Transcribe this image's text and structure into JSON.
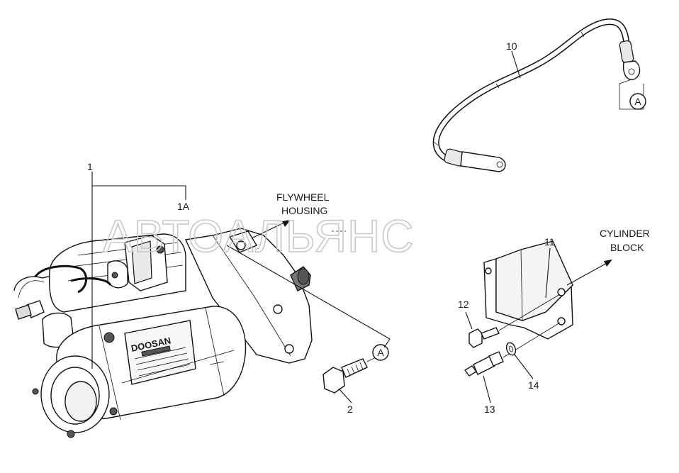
{
  "watermark": "АВТОАЛЬЯНС",
  "callouts": {
    "c1": "1",
    "c1a": "1A",
    "c2": "2",
    "c10": "10",
    "c11": "11",
    "c12": "12",
    "c13": "13",
    "c14": "14"
  },
  "notes": {
    "flywheel_line1": "FLYWHEEL",
    "flywheel_line2": "HOUSING",
    "cylinder_line1": "CYLINDER",
    "cylinder_line2": "BLOCK"
  },
  "connection_marker": "A",
  "brand_plate": "DOOSAN"
}
